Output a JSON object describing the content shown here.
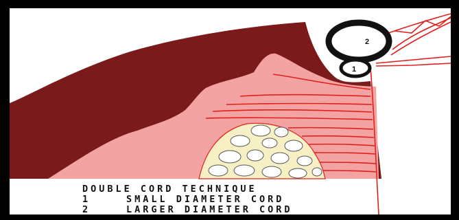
{
  "diagram": {
    "cord_large_label": "2",
    "cord_small_label": "1",
    "caption": {
      "title": "DOUBLE CORD TECHNIQUE",
      "line1_num": "1",
      "line1_text": "SMALL DIAMETER CORD",
      "line2_num": "2",
      "line2_text": "LARGER DIAMETER CORD"
    }
  },
  "colors": {
    "frame": "#000000",
    "background": "#ffffff",
    "outer_tissue": "#7a1a1a",
    "inner_tissue": "#f4a3a3",
    "lines": "#e0201c",
    "bone": "#f7f0c4",
    "cord_outline": "#111111"
  }
}
